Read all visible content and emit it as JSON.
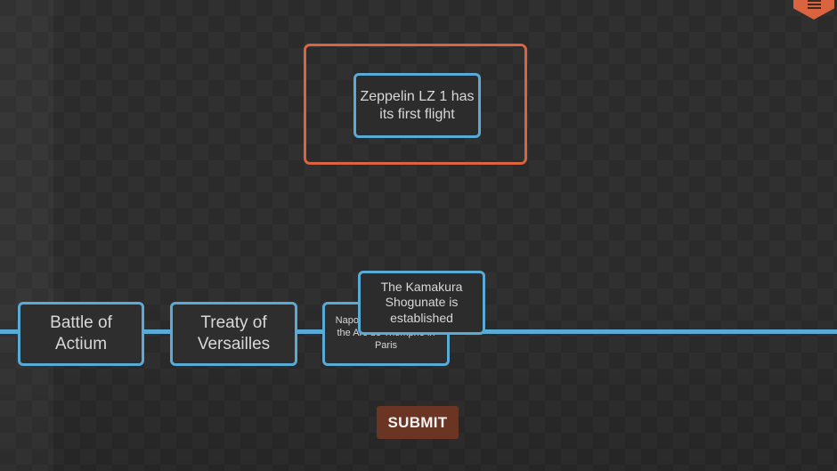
{
  "menu": {
    "icon": "hamburger-menu-icon",
    "color": "#d9643f"
  },
  "drop_zone": {
    "border_color": "#d9643f"
  },
  "active_card": {
    "text": "Zeppelin LZ 1 has its first flight"
  },
  "timeline": {
    "line_color": "#5aaad6",
    "cards": [
      {
        "text": "Battle of Actium"
      },
      {
        "text": "Treaty of Versailles"
      },
      {
        "text": "Napoleon commissions the Arc de Triomphe in Paris"
      },
      {
        "text": "The Kamakura Shogunate is established"
      }
    ]
  },
  "submit": {
    "label": "SUBMIT",
    "color": "#6b3524"
  }
}
